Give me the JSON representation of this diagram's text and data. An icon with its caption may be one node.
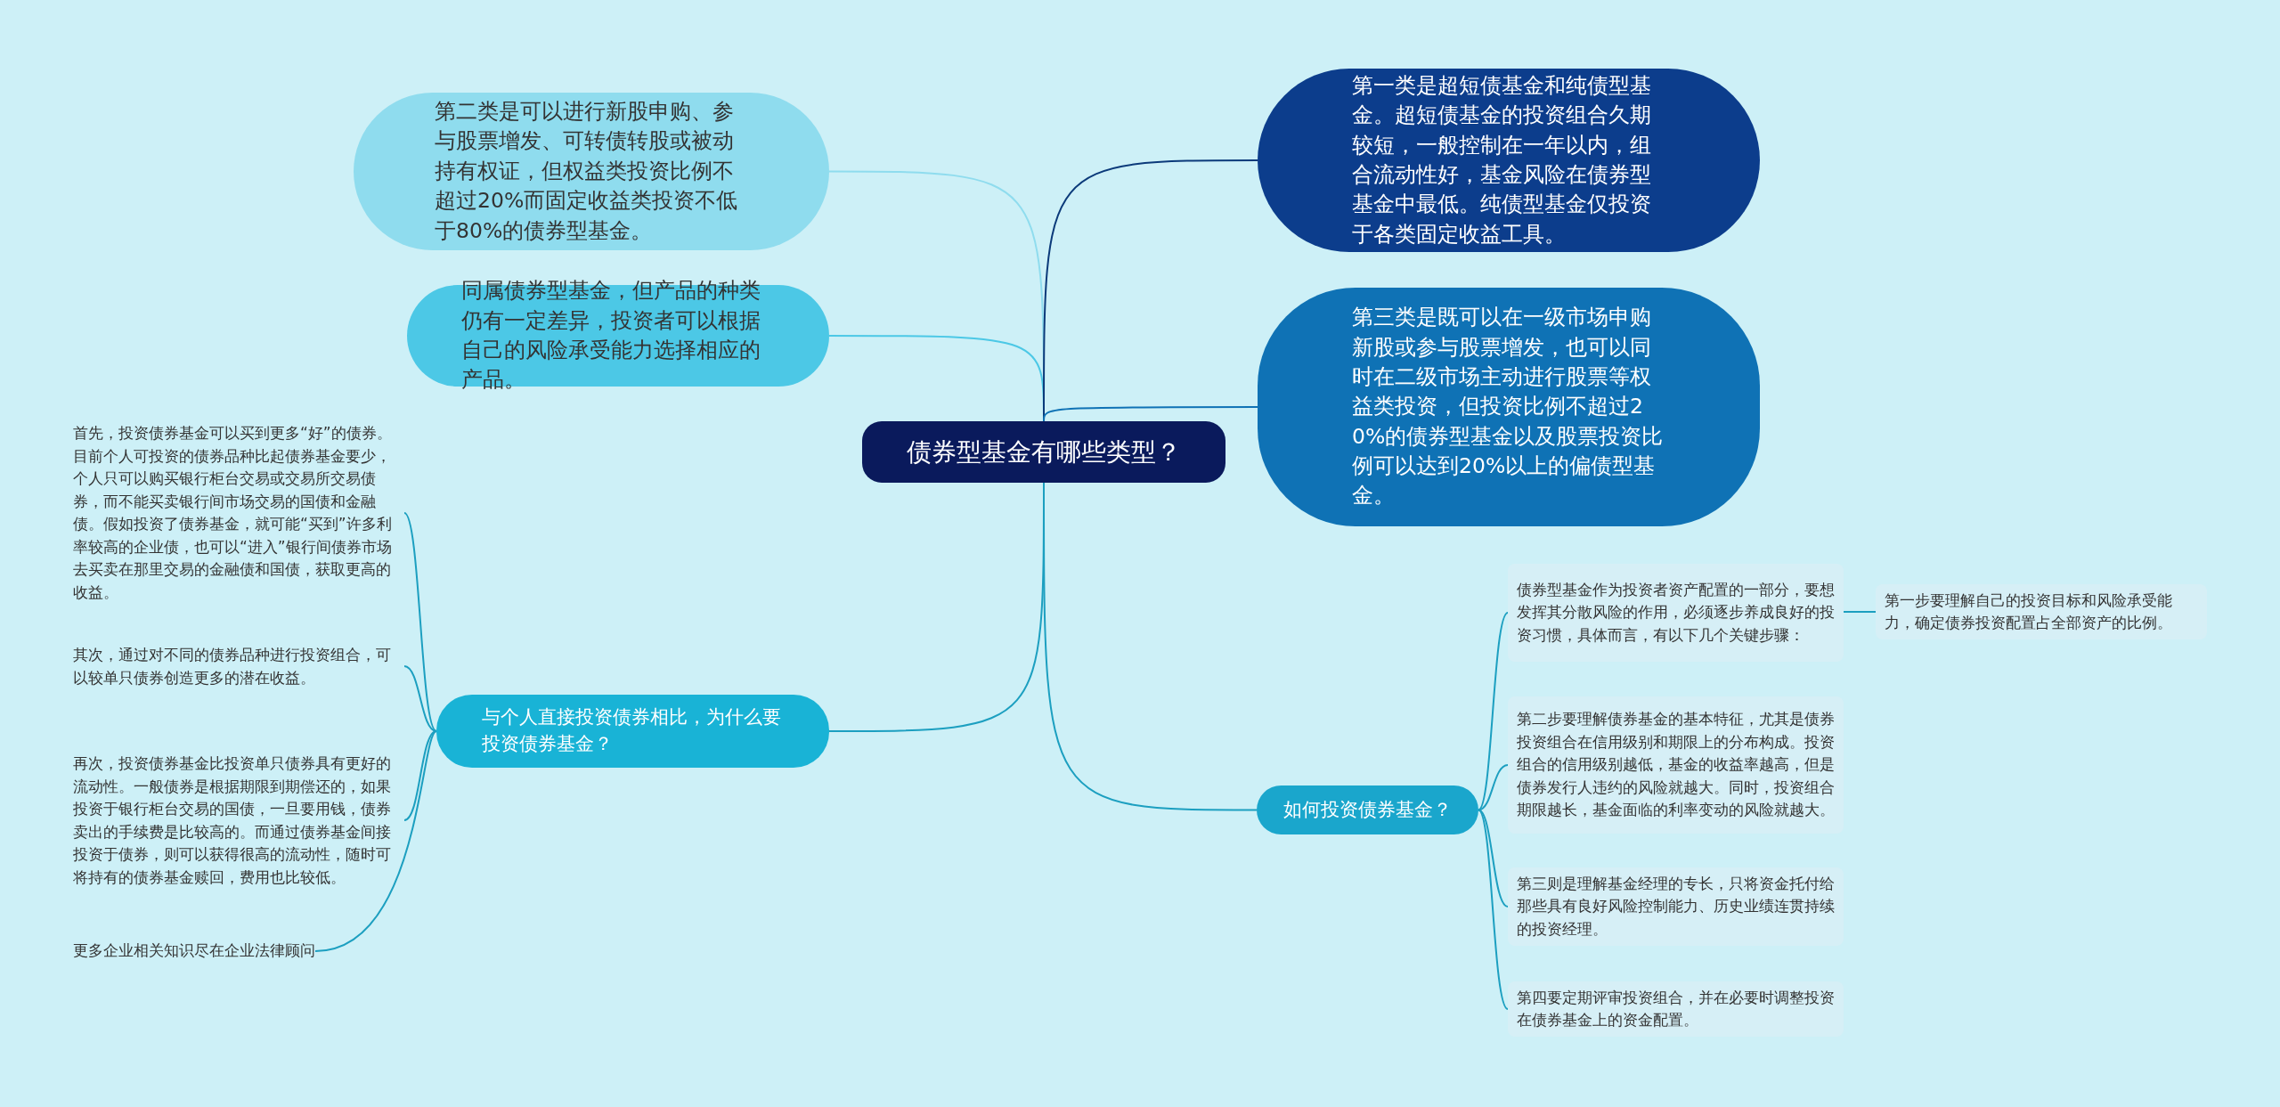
{
  "diagram": {
    "nodes": [
      {
        "text": [
          "债券型基金有哪些类型？"
        ]
      },
      {
        "text": [
          "第二类是可以进行新股申购、参与股票增发、可转债转股或被动持有权证，但权益类投资比例不超过20%而固定收益类投资不低于80%的债券型基金。"
        ]
      },
      {
        "text": [
          "同属债券型基金，但产品的种类仍有一定差异，投资者可以根据自己的风险承受能力选择相应的产品。"
        ]
      },
      {
        "text": [
          "与个人直接投资债券相比，为什么要投资债券基金？"
        ]
      },
      {
        "text": [
          "首先，投资债券基金可以买到更多“好”的债券。目前个人可投资的债券品种比起债券基金要少，个人只可以购买银行柜台交易或交易所交易债券，而不能买卖银行间市场交易的国债和金融债。假如投资了债券基金，就可能“买到”许多利率较高的企业债，也可以“进入”银行间债券市场去买卖在那里交易的金融债和国债，获取更高的收益。"
        ]
      },
      {
        "text": [
          "其次，通过对不同的债券品种进行投资组合，可以较单只债券创造更多的潜在收益。"
        ]
      },
      {
        "text": [
          "再次，投资债券基金比投资单只债券具有更好的流动性。一般债券是根据期限到期偿还的，如果投资于银行柜台交易的国债，一旦要用钱，债券卖出的手续费是比较高的。而通过债券基金间接投资于债券，则可以获得很高的流动性，随时可将持有的债券基金赎回，费用也比较低。"
        ]
      },
      {
        "text": [
          "更多企业相关知识尽在企业法律顾问"
        ]
      },
      {
        "text": [
          "第一类是超短债基金和纯债型基金。超短债基金的投资组合久期较短，一般控制在一年以内，组合流动性好，基金风险在债券型基金中最低。纯债型基金仅投资于各类固定收益工具。"
        ]
      },
      {
        "text": [
          "第三类是既可以在一级市场申购新股或参与股票增发，也可以同时在二级市场主动进行股票等权益类投资，但投资比例不超过20%的债券型基金以及股票投资比例可以达到20%以上的偏债型基金。"
        ]
      },
      {
        "text": [
          "如何投资债券基金？"
        ]
      },
      {
        "text": [
          "债券型基金作为投资者资产配置的一部分，要想发挥其分散风险的作用，必须逐步养成良好的投资习惯，具体而言，有以下几个关键步骤："
        ]
      },
      {
        "text": [
          "第一步要理解自己的投资目标和风险承受能力，确定债券投资配置占全部资产的比例。"
        ]
      },
      {
        "text": [
          "第二步要理解债券基金的基本特征，尤其是债券投资组合在信用级别和期限上的分布构成。投资组合的信用级别越低，基金的收益率越高，但是债券发行人违约的风险就越大。同时，投资组合期限越长，基金面临的利率变动的风险就越大。"
        ]
      },
      {
        "text": [
          "第三则是理解基金经理的专长，只将资金托付给那些具有良好风险控制能力、历史业绩连贯持续的投资经理。"
        ]
      },
      {
        "text": [
          "第四要定期评审投资组合，并在必要时调整投资在债券基金上的资金配置。"
        ]
      }
    ],
    "edges": [
      {
        "from": 0,
        "to": 1,
        "arrow": "none",
        "color": "#8fdcee"
      },
      {
        "from": 0,
        "to": 2,
        "arrow": "none",
        "color": "#4cc8e6"
      },
      {
        "from": 0,
        "to": 3,
        "arrow": "none"
      },
      {
        "from": 3,
        "to": 4,
        "arrow": "none"
      },
      {
        "from": 3,
        "to": 5,
        "arrow": "none"
      },
      {
        "from": 3,
        "to": 6,
        "arrow": "none"
      },
      {
        "from": 3,
        "to": 7,
        "arrow": "none"
      },
      {
        "from": 0,
        "to": 8,
        "arrow": "none",
        "color": "#0b3a7a"
      },
      {
        "from": 0,
        "to": 9,
        "arrow": "none",
        "color": "#0f72b5"
      },
      {
        "from": 0,
        "to": 10,
        "arrow": "none"
      },
      {
        "from": 10,
        "to": 11,
        "arrow": "none"
      },
      {
        "from": 11,
        "to": 12,
        "arrow": "none"
      },
      {
        "from": 10,
        "to": 13,
        "arrow": "none"
      },
      {
        "from": 10,
        "to": 14,
        "arrow": "none"
      },
      {
        "from": 10,
        "to": 15,
        "arrow": "none"
      }
    ]
  }
}
